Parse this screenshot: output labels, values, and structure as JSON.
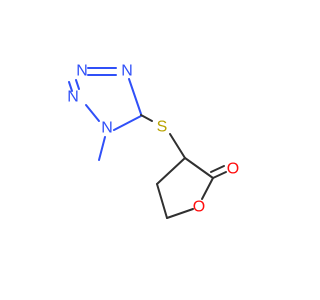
{
  "molecule": {
    "atoms": {
      "n1": "N",
      "n2": "N",
      "n3": "N",
      "n4": "N",
      "s": "S",
      "o_ring": "O",
      "o_carbonyl": "O"
    },
    "colors": {
      "nitrogen": "#3050F8",
      "sulfur": "#B8A200",
      "oxygen": "#FF0D0D",
      "carbon": "#303030"
    }
  }
}
